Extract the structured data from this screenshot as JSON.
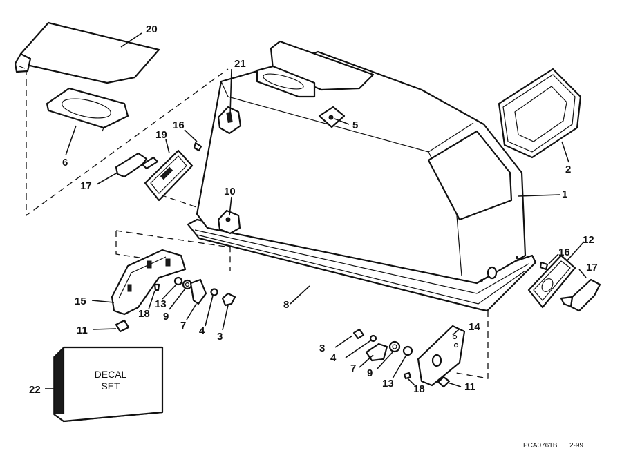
{
  "diagram": {
    "part_labels": {
      "p1": "1",
      "p2": "2",
      "p3a": "3",
      "p3b": "3",
      "p4a": "4",
      "p4b": "4",
      "p5": "5",
      "p6": "6",
      "p7a": "7",
      "p7b": "7",
      "p8": "8",
      "p9a": "9",
      "p9b": "9",
      "p10": "10",
      "p11a": "11",
      "p11b": "11",
      "p12": "12",
      "p13a": "13",
      "p13b": "13",
      "p14": "14",
      "p15": "15",
      "p16a": "16",
      "p16b": "16",
      "p17a": "17",
      "p17b": "17",
      "p18a": "18",
      "p18b": "18",
      "p19": "19",
      "p20": "20",
      "p21": "21",
      "p22": "22"
    },
    "decal_box": {
      "line1": "DECAL",
      "line2": "SET"
    },
    "footer": {
      "code": "PCA0761B",
      "date": "2-99"
    }
  }
}
